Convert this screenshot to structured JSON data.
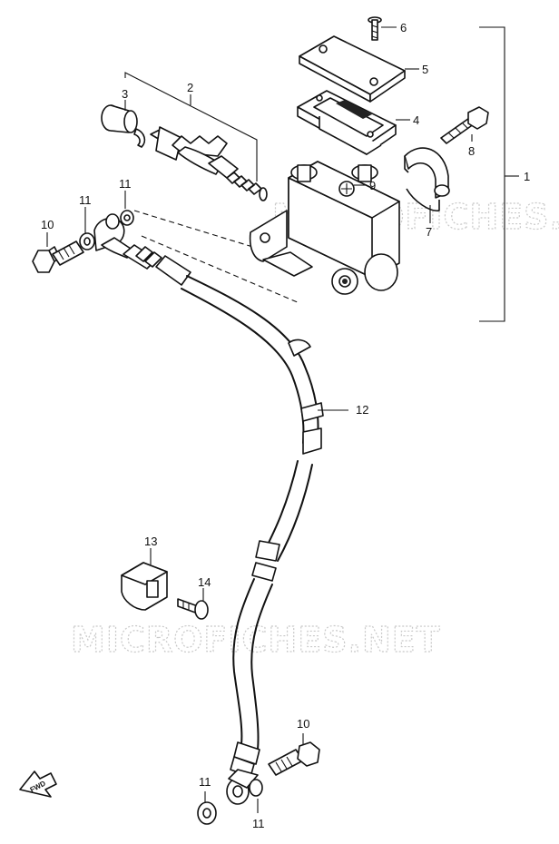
{
  "watermark_text": "MICROFICHES.NET",
  "fwd_label": "FWD",
  "callouts": [
    "1",
    "2",
    "3",
    "4",
    "5",
    "6",
    "7",
    "8",
    "9",
    "10",
    "11",
    "11",
    "10",
    "11",
    "11",
    "12",
    "13",
    "14"
  ],
  "parts": {
    "master_cylinder": "1",
    "piston_kit": "2",
    "boot": "3",
    "diaphragm": "4",
    "reservoir_cap": "5",
    "cap_screw": "6",
    "holder": "7",
    "holder_bolt": "8",
    "plug": "9",
    "union_bolt_upper": "10",
    "washer_upper_a": "11",
    "washer_upper_b": "11",
    "union_bolt_lower": "10",
    "washer_lower_a": "11",
    "washer_lower_b": "11",
    "brake_hose": "12",
    "hose_clamp": "13",
    "clamp_screw": "14"
  }
}
